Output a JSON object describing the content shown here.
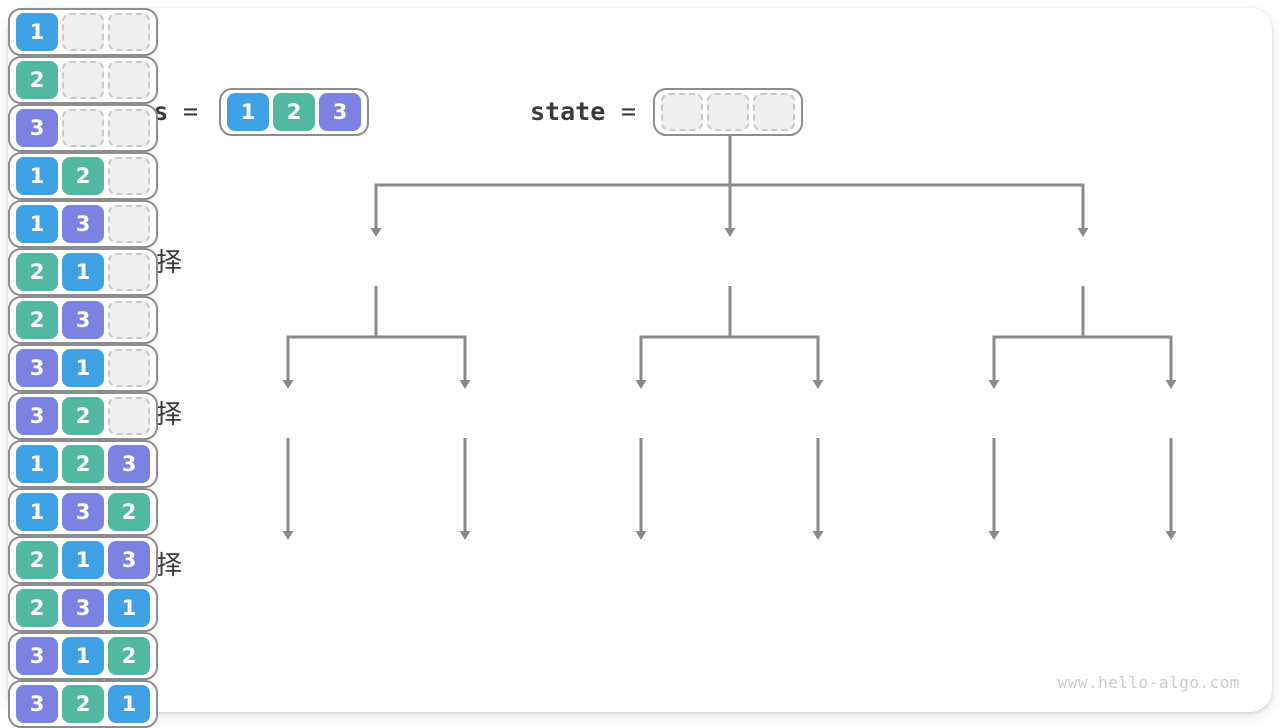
{
  "header": {
    "choices_label": "choices",
    "state_label": "state",
    "equals": "=",
    "choices_values": [
      1,
      2,
      3
    ],
    "state_values": [
      null,
      null,
      null
    ]
  },
  "rows": [
    {
      "label": "第一轮选择",
      "boxes": [
        [
          1
        ],
        [
          2
        ],
        [
          3
        ]
      ]
    },
    {
      "label": "第二轮选择",
      "boxes": [
        [
          1,
          2
        ],
        [
          1,
          3
        ],
        [
          2,
          1
        ],
        [
          2,
          3
        ],
        [
          3,
          1
        ],
        [
          3,
          2
        ]
      ]
    },
    {
      "label": "第三轮选择",
      "boxes": [
        [
          1,
          2,
          3
        ],
        [
          1,
          3,
          2
        ],
        [
          2,
          1,
          3
        ],
        [
          2,
          3,
          1
        ],
        [
          3,
          1,
          2
        ],
        [
          3,
          2,
          1
        ]
      ]
    }
  ],
  "watermark": "www.hello-algo.com",
  "colors": {
    "cell_1": "#3fa2e4",
    "cell_2": "#53b8a2",
    "cell_3": "#7b82e2",
    "empty_fill": "#efefef",
    "empty_border": "#c9c9c9",
    "box_border": "#8d8d8d",
    "arrow": "#8a8a8a",
    "label_text": "#3b3b3b",
    "watermark_text": "#cbcbcb"
  }
}
